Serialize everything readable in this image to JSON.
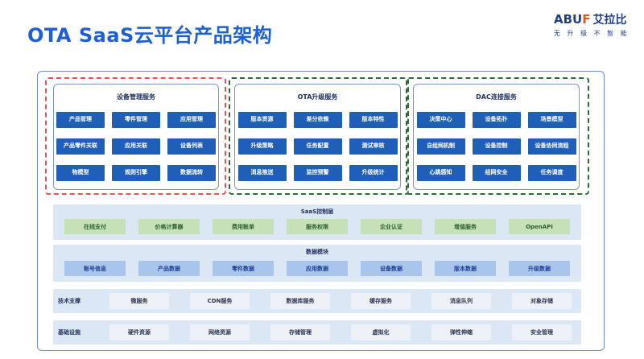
{
  "title": "OTA SaaS云平台产品架构",
  "logo": {
    "text_prefix": "ABU",
    "text_accent": "F",
    "text_cn": "艾拉比",
    "slogan": "无 升 级   不 智 能"
  },
  "colors": {
    "accent": "#1f5fd6",
    "chip": "#1f5fb8",
    "red_dash": "#e0565a",
    "green_dash": "#2f6b3a",
    "green_cell": "#c6e0b8",
    "blue_cell": "#a9c5ec",
    "layer_bg": "#dce7f6"
  },
  "services": [
    {
      "title": "设备管理服务",
      "items": [
        "产品管理",
        "零件管理",
        "应用管理",
        "产品零件关联",
        "应用关联",
        "设备列表",
        "物模型",
        "规则引擎",
        "数据流转"
      ]
    },
    {
      "title": "OTA升级服务",
      "items": [
        "版本资源",
        "差分依赖",
        "版本特性",
        "升级策略",
        "任务配置",
        "测试审核",
        "消息推送",
        "监控预警",
        "升级统计"
      ]
    },
    {
      "title": "DAC连接服务",
      "items": [
        "决策中心",
        "设备拓扑",
        "场景模型",
        "自组网机制",
        "设备控制",
        "设备协同流程",
        "心跳感知",
        "组网安全",
        "任务调度"
      ]
    }
  ],
  "saas_layer": {
    "title": "SaaS控制层",
    "items": [
      "在线支付",
      "价格计算器",
      "费用账单",
      "服务权限",
      "企业认证",
      "增值服务",
      "OpenAPI"
    ]
  },
  "data_layer": {
    "title": "数据模块",
    "items": [
      "账号信息",
      "产品数据",
      "零件数据",
      "应用数据",
      "设备数据",
      "版本数据",
      "升级数据"
    ]
  },
  "tech_layer": {
    "label": "技术支撑",
    "items": [
      "微服务",
      "CDN服务",
      "数据库服务",
      "缓存服务",
      "消息队列",
      "对象存储"
    ]
  },
  "infra_layer": {
    "label": "基础设施",
    "items": [
      "硬件资源",
      "网络资源",
      "存储管理",
      "虚拟化",
      "弹性伸缩",
      "安全管理"
    ]
  }
}
